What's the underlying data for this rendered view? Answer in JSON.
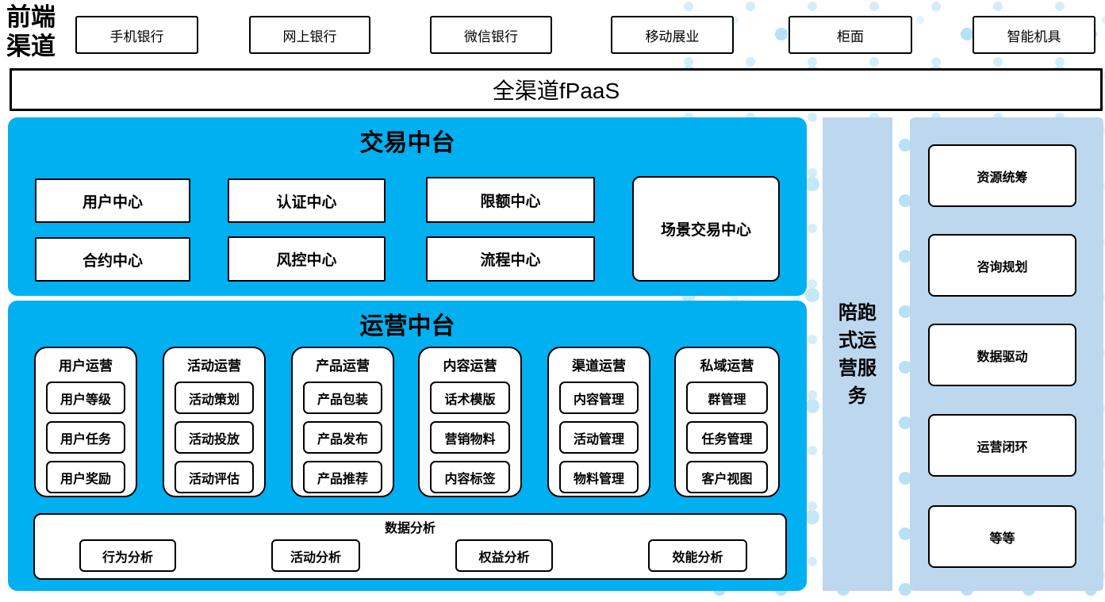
{
  "front_channels": {
    "label": "前端渠道",
    "items": [
      "手机银行",
      "网上银行",
      "微信银行",
      "移动展业",
      "柜面",
      "智能机具"
    ]
  },
  "fpaas": {
    "label": "全渠道fPaaS"
  },
  "trade_platform": {
    "title": "交易中台",
    "centers": [
      "用户中心",
      "认证中心",
      "限额中心",
      "合约中心",
      "风控中心",
      "流程中心"
    ],
    "scene_center": "场景交易中心"
  },
  "operation_platform": {
    "title": "运营中台",
    "columns": [
      {
        "title": "用户运营",
        "items": [
          "用户等级",
          "用户任务",
          "用户奖励"
        ]
      },
      {
        "title": "活动运营",
        "items": [
          "活动策划",
          "活动投放",
          "活动评估"
        ]
      },
      {
        "title": "产品运营",
        "items": [
          "产品包装",
          "产品发布",
          "产品推荐"
        ]
      },
      {
        "title": "内容运营",
        "items": [
          "话术模版",
          "营销物料",
          "内容标签"
        ]
      },
      {
        "title": "渠道运营",
        "items": [
          "内容管理",
          "活动管理",
          "物料管理"
        ]
      },
      {
        "title": "私域运营",
        "items": [
          "群管理",
          "任务管理",
          "客户视图"
        ]
      }
    ],
    "data_analysis": {
      "title": "数据分析",
      "items": [
        "行为分析",
        "活动分析",
        "权益分析",
        "效能分析"
      ]
    }
  },
  "side_service": {
    "label": "陪跑式运营服务"
  },
  "right_panel": {
    "items": [
      "资源统筹",
      "咨询规划",
      "数据驱动",
      "运营闭环",
      "等等"
    ]
  },
  "colors": {
    "accent_blue": "#00B0F0",
    "light_blue": "#BDD7EE",
    "dot_blue": "#C6E7F8"
  }
}
